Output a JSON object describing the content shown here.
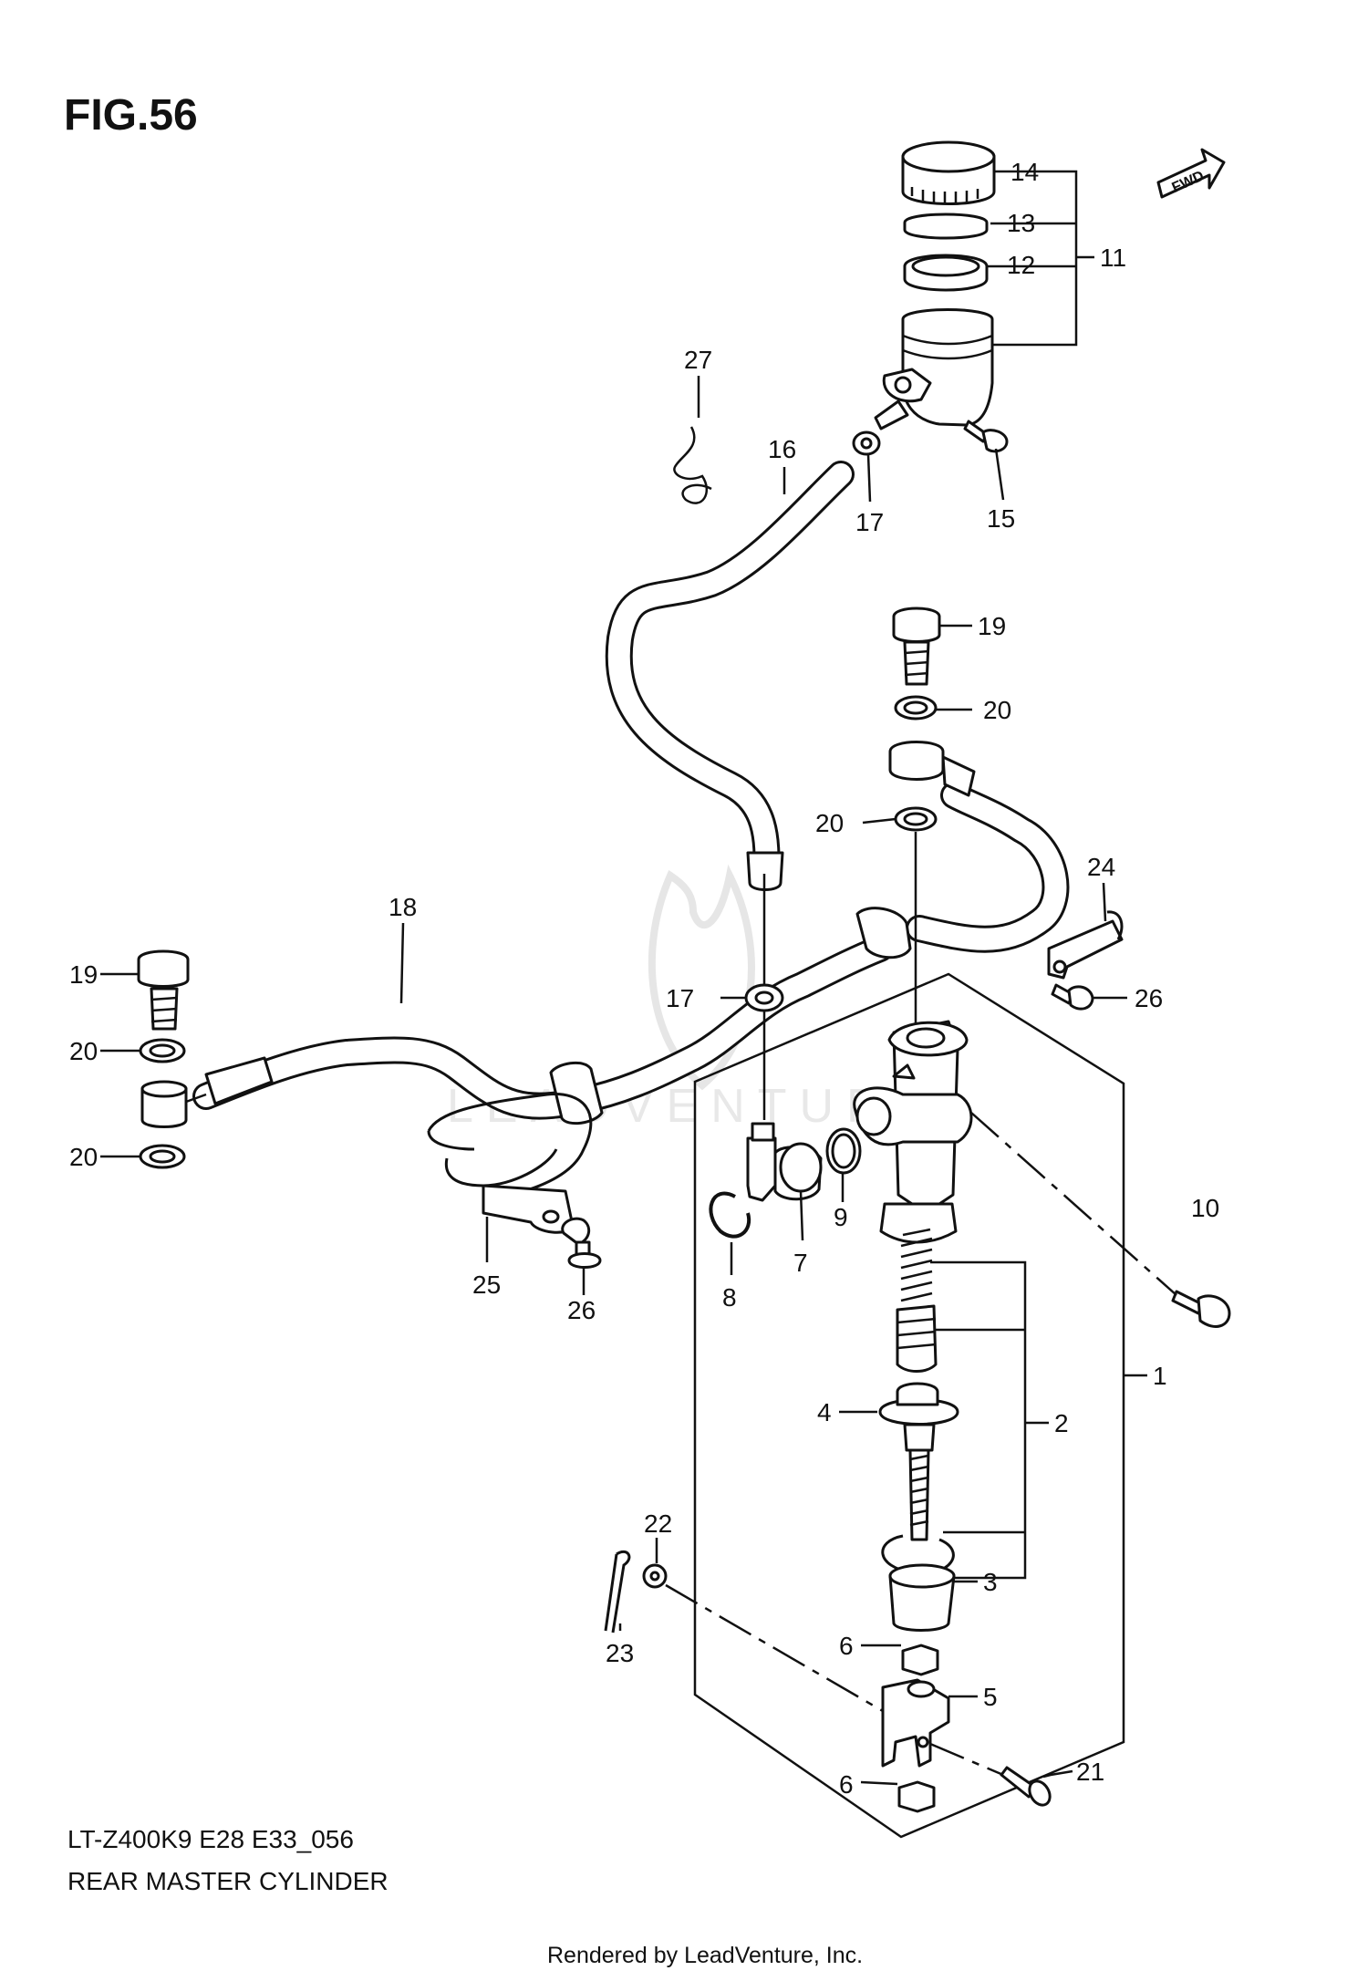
{
  "figure": {
    "title": "FIG.56",
    "model_code": "LT-Z400K9 E28 E33_056",
    "caption": "REAR MASTER CYLINDER",
    "footer": "Rendered by LeadVenture, Inc.",
    "watermark": "LEADVENTURE",
    "fwd_badge": "FWD"
  },
  "callouts": [
    {
      "id": "c1",
      "number": "1"
    },
    {
      "id": "c2",
      "number": "2"
    },
    {
      "id": "c3",
      "number": "3"
    },
    {
      "id": "c4",
      "number": "4"
    },
    {
      "id": "c5",
      "number": "5"
    },
    {
      "id": "c6a",
      "number": "6"
    },
    {
      "id": "c6b",
      "number": "6"
    },
    {
      "id": "c7",
      "number": "7"
    },
    {
      "id": "c8",
      "number": "8"
    },
    {
      "id": "c9",
      "number": "9"
    },
    {
      "id": "c10",
      "number": "10"
    },
    {
      "id": "c11",
      "number": "11"
    },
    {
      "id": "c12",
      "number": "12"
    },
    {
      "id": "c13",
      "number": "13"
    },
    {
      "id": "c14",
      "number": "14"
    },
    {
      "id": "c15",
      "number": "15"
    },
    {
      "id": "c16",
      "number": "16"
    },
    {
      "id": "c17a",
      "number": "17"
    },
    {
      "id": "c17b",
      "number": "17"
    },
    {
      "id": "c18",
      "number": "18"
    },
    {
      "id": "c19a",
      "number": "19"
    },
    {
      "id": "c19b",
      "number": "19"
    },
    {
      "id": "c20a",
      "number": "20"
    },
    {
      "id": "c20b",
      "number": "20"
    },
    {
      "id": "c20c",
      "number": "20"
    },
    {
      "id": "c20d",
      "number": "20"
    },
    {
      "id": "c21",
      "number": "21"
    },
    {
      "id": "c22",
      "number": "22"
    },
    {
      "id": "c23",
      "number": "23"
    },
    {
      "id": "c24",
      "number": "24"
    },
    {
      "id": "c25",
      "number": "25"
    },
    {
      "id": "c26a",
      "number": "26"
    },
    {
      "id": "c26b",
      "number": "26"
    },
    {
      "id": "c27",
      "number": "27"
    }
  ]
}
